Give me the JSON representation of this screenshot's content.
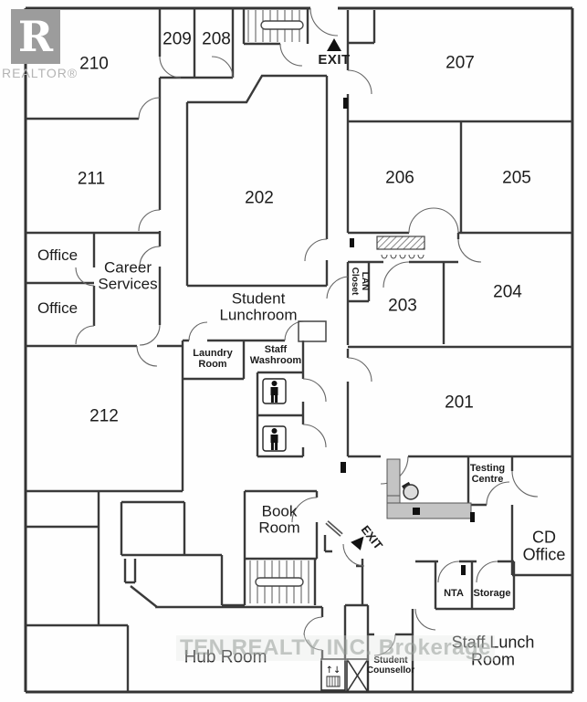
{
  "branding": {
    "logo_letter": "R",
    "logo_name": "REALTOR®",
    "watermark": "TEN REALTY INC. Brokerage"
  },
  "labels": {
    "r201": "201",
    "r202": "202",
    "r203": "203",
    "r204": "204",
    "r205": "205",
    "r206": "206",
    "r207": "207",
    "r208": "208",
    "r209": "209",
    "r210": "210",
    "r211": "211",
    "r212": "212",
    "office_a": "Office",
    "office_b": "Office",
    "career_services": "Career\nServices",
    "student_lunchroom": "Student\nLunchroom",
    "laundry_room": "Laundry\nRoom",
    "staff_washroom": "Staff\nWashroom",
    "lan_closet": "LAN\nCloset",
    "book_room": "Book\nRoom",
    "testing_centre": "Testing\nCentre",
    "cd_office": "CD\nOffice",
    "nta": "NTA",
    "storage": "Storage",
    "staff_lunch_room": "Staff Lunch Room",
    "student_counsellor": "Student\nCounsellor",
    "hub_room": "Hub Room",
    "exit_top": "EXIT",
    "exit_middle": "EXIT"
  },
  "icons": {
    "elevator_arrows": "↑↓"
  },
  "colors": {
    "wall": "#3a3a3a",
    "door_arc": "#666666",
    "desk_fill": "#c4c4c4",
    "logo_gray": "#9c9c9c"
  }
}
